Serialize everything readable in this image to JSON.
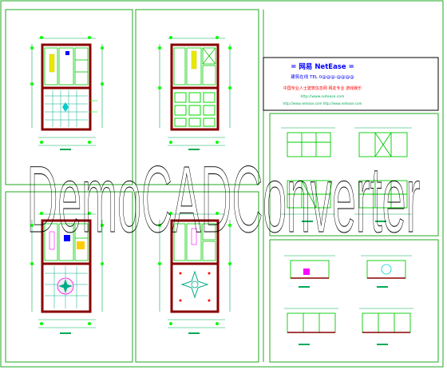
{
  "title_block": {
    "headline": "= 网易 NetEase =",
    "line2": "建筑在线  TEL 0@@@-@@@@",
    "line3": "中国专业人士建筑信息网  网友专业 游戏娱乐",
    "line4": "http://www.netease.com",
    "line5": "http://www.netease.com  http://www.netease.com"
  },
  "watermark": "DemoCADConverter",
  "colors": {
    "frame": "#22aa22",
    "wall": "#8a0000",
    "bright": "#00ff00",
    "dim": "#00aa55",
    "blue": "#0000ff",
    "red": "#ff0000",
    "magenta": "#ff00ff",
    "cyan": "#00aaaa",
    "watermark": "#000000"
  }
}
